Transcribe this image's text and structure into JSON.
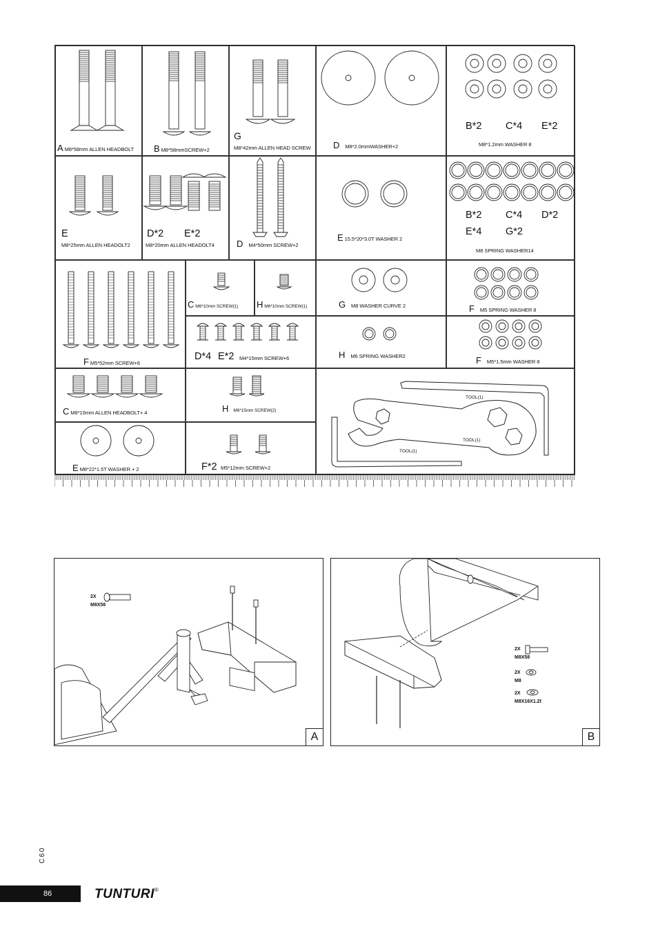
{
  "parts": {
    "A": {
      "letter": "A",
      "text": "M8*58mm ALLEN HEADBOLT"
    },
    "B": {
      "letter": "B",
      "text": "M8*58mmSCREW+2"
    },
    "G": {
      "letter": "G",
      "text": "M8*42mm ALLEN HEAD SCREW"
    },
    "D1": {
      "letter": "D",
      "text": "M8*2.0mmWASHER+2"
    },
    "W12": {
      "qty": [
        "B*2",
        "C*4",
        "E*2"
      ],
      "text": "M8*1.2mm WASHER 8"
    },
    "E1": {
      "letter": "E",
      "text": "M8*25mm ALLEN HEADOLT2"
    },
    "DE": {
      "qty": [
        "D*2",
        "E*2"
      ],
      "text": "M8*20mm ALLEN HEADOLT4"
    },
    "D2": {
      "letter": "D",
      "text": "M4*50mm SCREW+2"
    },
    "E2": {
      "letter": "E",
      "text": "15.5*20*3.0T WASHER 2"
    },
    "SW": {
      "qty": [
        "B*2",
        "C*4",
        "D*2",
        "E*4",
        "G*2"
      ],
      "text": "M8 SPRING WASHER14"
    },
    "F1": {
      "letter": "F",
      "text": "M5*52mm SCREW+6"
    },
    "C1": {
      "letter": "C",
      "text": "M6*10mm SCREW(1)"
    },
    "H1": {
      "letter": "H",
      "text": "M6*10mm SCREW(1)"
    },
    "G2": {
      "letter": "G",
      "text": "M8 WASHER CURVE 2"
    },
    "F2": {
      "letter": "F",
      "text": "M5 SPRING WASHER 8"
    },
    "DE2": {
      "qty": [
        "D*4",
        "E*2"
      ],
      "text": "M4*15mm SCREW+6"
    },
    "H2": {
      "letter": "H",
      "text": "M6 SPRING WASHER2"
    },
    "F3": {
      "letter": "F",
      "text": "M5*1.5mm WASHER 8"
    },
    "C2": {
      "letter": "C",
      "text": "M8*15mm ALLEN HEADBOLT+ 4"
    },
    "H3": {
      "letter": "H",
      "text": "M6*15mm SCREW(2)"
    },
    "E3": {
      "letter": "E",
      "text": "M8*22*1.5T WASHER + 2"
    },
    "F4": {
      "qty": [
        "F*2"
      ],
      "text": "M5*12mm SCREW+2"
    },
    "tools": [
      "TOOL(1)",
      "TOOL(1)",
      "TOOL(1)"
    ]
  },
  "panelA": {
    "label": "A",
    "qty": "2X",
    "spec": "M8X58"
  },
  "panelB": {
    "label": "B",
    "items": [
      {
        "qty": "2X",
        "spec": "M8X58"
      },
      {
        "qty": "2X",
        "spec": "M8"
      },
      {
        "qty": "2X",
        "spec": "M8X16X1.2t"
      }
    ]
  },
  "footer": {
    "page": "86",
    "brand": "TUNTURI",
    "model": "C60"
  }
}
